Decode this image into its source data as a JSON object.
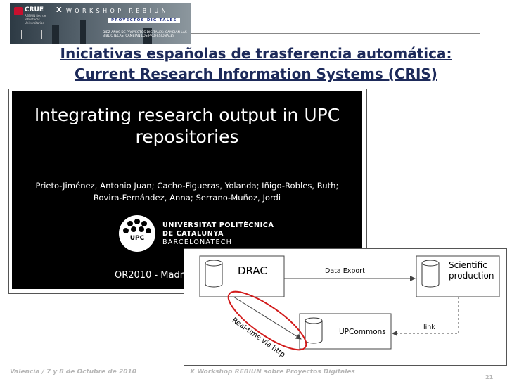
{
  "banner": {
    "crue": "CRUE",
    "crue_sub": "REBIUN Red de Bibliotecas Universitarias",
    "workshop_x": "X",
    "workshop_title": "WORKSHOP REBIUN",
    "workshop_sub": "PROYECTOS DIGITALES",
    "caption": "DIEZ AÑOS DE PROYECTOS DIGITALES: CAMBIAN LAS BIBLIOTECAS, CAMBIAN LOS PROFESIONALES"
  },
  "title": {
    "line1": "Iniciativas españolas de trasferencia automática:",
    "line2": "Current Research Information Systems (CRIS)"
  },
  "slide": {
    "title_line1": "Integrating research output in UPC",
    "title_line2": "repositories",
    "authors_line1": "Prieto-Jiménez, Antonio Juan; Cacho-Figueras, Yolanda; Iñigo-Robles, Ruth;",
    "authors_line2": "Rovira-Fernández, Anna; Serrano-Muñoz, Jordi",
    "upc_seal": "UPC",
    "upc_line1": "UNIVERSITAT POLITÈCNICA",
    "upc_line2": "DE CATALUNYA",
    "upc_line3": "BARCELONATECH",
    "footer": "OR2010  -  Madr"
  },
  "diagram": {
    "drac": "DRAC",
    "data_export": "Data Export",
    "scientific_line1": "Scientific",
    "scientific_line2": "production",
    "realtime": "Real-time via http",
    "link": "link",
    "upcommons": "UPCommons"
  },
  "footer": {
    "left": "Valencia / 7 y 8 de Octubre de 2010",
    "middle": "X Workshop REBIUN sobre Proyectos Digitales",
    "page": "21"
  }
}
